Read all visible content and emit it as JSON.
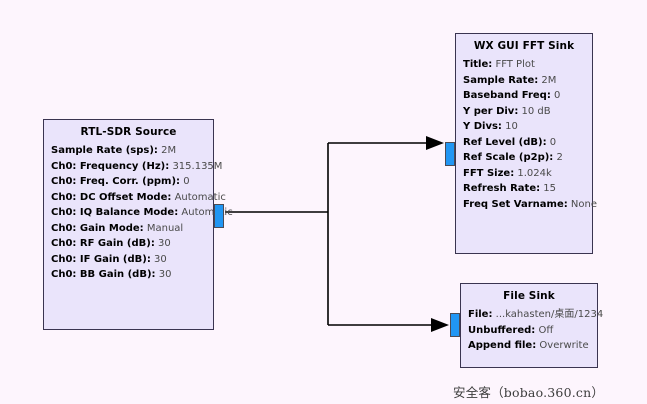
{
  "canvas": {
    "background_color": "#FDF5FD",
    "block_fill_color": "#EAE4FB",
    "block_border_color": "#3A3450",
    "port_color": "#2196F3",
    "wire_color": "#000000"
  },
  "blocks": [
    {
      "id": "rtlsdr_source",
      "title": "RTL-SDR Source",
      "props": [
        {
          "key": "Sample Rate (sps):",
          "value": "2M"
        },
        {
          "key": "Ch0: Frequency (Hz):",
          "value": "315.135M"
        },
        {
          "key": "Ch0: Freq. Corr. (ppm):",
          "value": "0"
        },
        {
          "key": "Ch0: DC Offset Mode:",
          "value": "Automatic"
        },
        {
          "key": "Ch0: IQ Balance Mode:",
          "value": "Automatic"
        },
        {
          "key": "Ch0: Gain Mode:",
          "value": "Manual"
        },
        {
          "key": "Ch0: RF Gain (dB):",
          "value": "30"
        },
        {
          "key": "Ch0: IF Gain (dB):",
          "value": "30"
        },
        {
          "key": "Ch0: BB Gain (dB):",
          "value": "30"
        }
      ]
    },
    {
      "id": "wx_gui_fft_sink",
      "title": "WX GUI FFT Sink",
      "props": [
        {
          "key": "Title:",
          "value": "FFT Plot"
        },
        {
          "key": "Sample Rate:",
          "value": "2M"
        },
        {
          "key": "Baseband Freq:",
          "value": "0"
        },
        {
          "key": "Y per Div:",
          "value": "10 dB"
        },
        {
          "key": "Y Divs:",
          "value": "10"
        },
        {
          "key": "Ref Level (dB):",
          "value": "0"
        },
        {
          "key": "Ref Scale (p2p):",
          "value": "2"
        },
        {
          "key": "FFT Size:",
          "value": "1.024k"
        },
        {
          "key": "Refresh Rate:",
          "value": "15"
        },
        {
          "key": "Freq Set Varname:",
          "value": "None"
        }
      ]
    },
    {
      "id": "file_sink",
      "title": "File Sink",
      "props": [
        {
          "key": "File:",
          "value": "...kahasten/桌面/1234"
        },
        {
          "key": "Unbuffered:",
          "value": "Off"
        },
        {
          "key": "Append file:",
          "value": "Overwrite"
        }
      ]
    }
  ],
  "connections": [
    {
      "from": "rtlsdr_source",
      "to": "wx_gui_fft_sink"
    },
    {
      "from": "rtlsdr_source",
      "to": "file_sink"
    }
  ],
  "watermark": {
    "text": "安全客（bobao.360.cn）"
  }
}
